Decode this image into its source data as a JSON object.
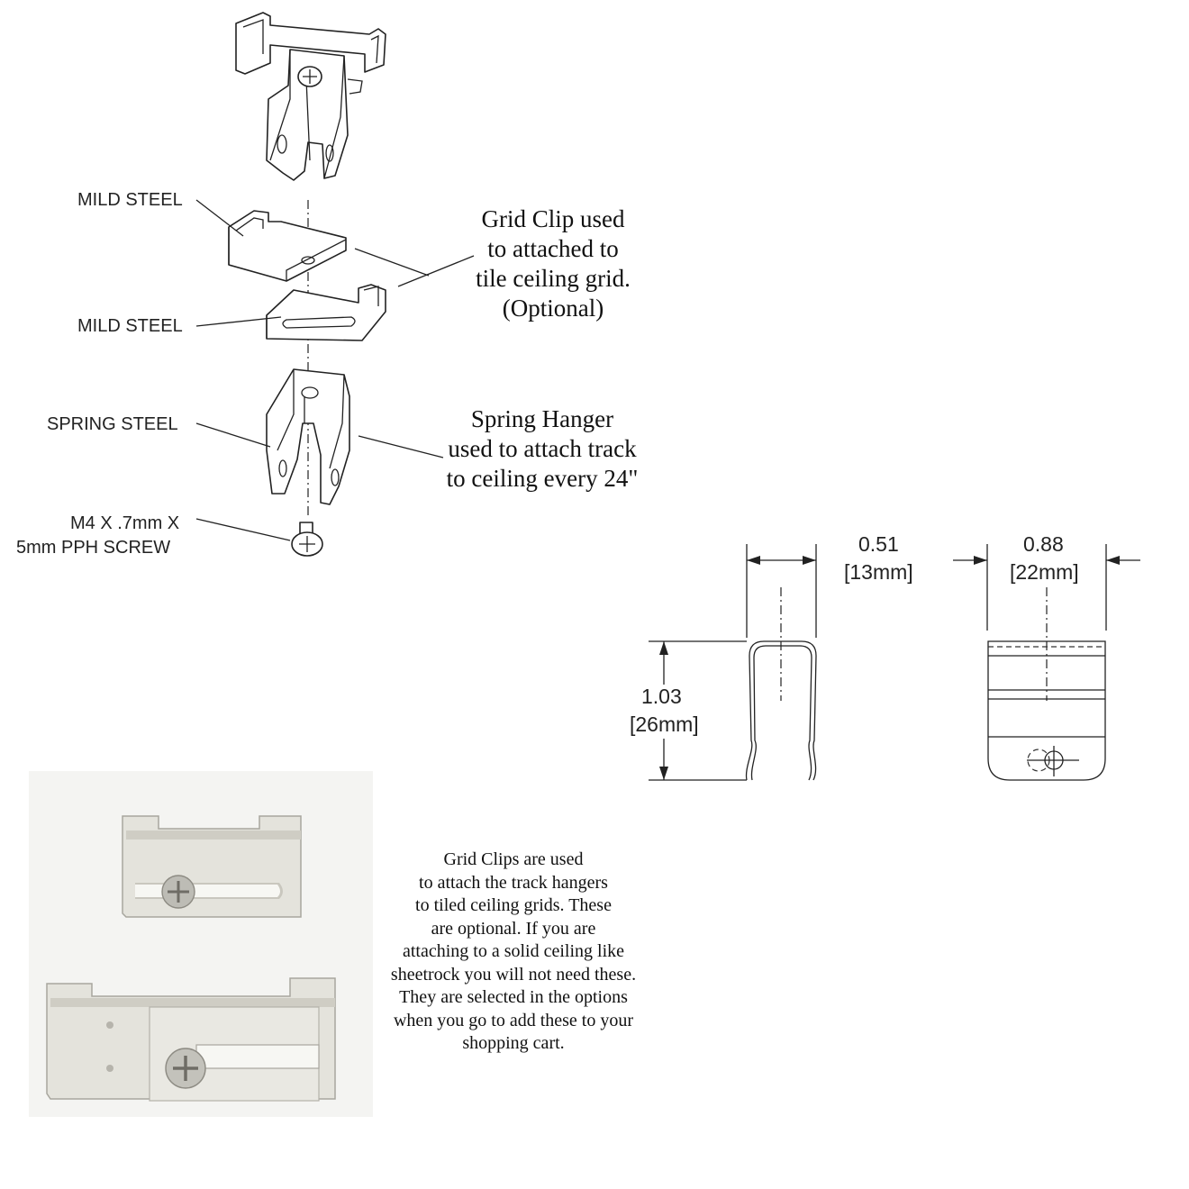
{
  "exploded_view": {
    "labels": {
      "mild_steel_top": "MILD STEEL",
      "mild_steel_bottom": "MILD STEEL",
      "spring_steel": "SPRING STEEL",
      "screw_line1": "M4 X .7mm X",
      "screw_line2": "5mm  PPH SCREW"
    },
    "callouts": {
      "grid_clip": [
        "Grid Clip used",
        "to attached to",
        "tile ceiling grid.",
        "(Optional)"
      ],
      "spring_hanger": [
        "Spring Hanger",
        "used to attach track",
        "to ceiling every 24\""
      ]
    }
  },
  "dimensions": {
    "width_inch": "0.51",
    "width_mm": "[13mm]",
    "depth_inch": "0.88",
    "depth_mm": "[22mm]",
    "height_inch": "1.03",
    "height_mm": "[26mm]"
  },
  "photo_description": "Grid Clips are used\nto attach the track hangers\nto tiled ceiling grids.  These\nare optional.  If you are\nattaching to a solid ceiling like\nsheetrock you will not need these.\nThey are selected in the options\nwhen you go to add these to your\nshopping cart.",
  "colors": {
    "line": "#222222",
    "photo_metal": "#e4e3dc",
    "background": "#ffffff"
  }
}
